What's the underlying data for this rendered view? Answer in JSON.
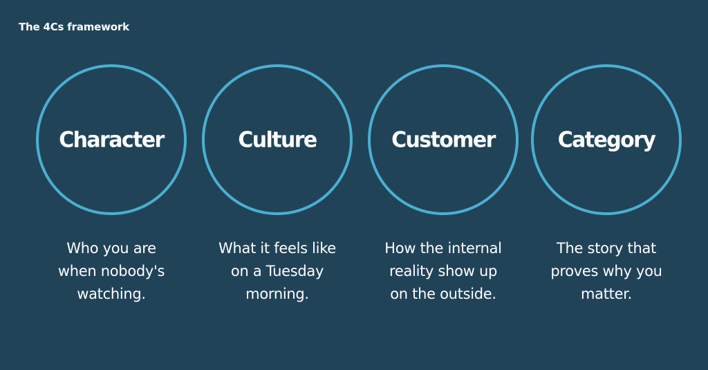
{
  "title": "The 4Cs framework",
  "colors": {
    "background": "#214358",
    "circle_stroke": "#4bafd0",
    "text": "#ffffff"
  },
  "pillars": [
    {
      "label": "Character",
      "description_lines": [
        "Who you are",
        "when nobody's",
        "watching."
      ]
    },
    {
      "label": "Culture",
      "description_lines": [
        "What it feels like",
        "on a Tuesday",
        "morning."
      ]
    },
    {
      "label": "Customer",
      "description_lines": [
        "How the internal",
        "reality show up",
        "on the outside."
      ]
    },
    {
      "label": "Category",
      "description_lines": [
        "The story that",
        "proves why you",
        "matter."
      ]
    }
  ]
}
